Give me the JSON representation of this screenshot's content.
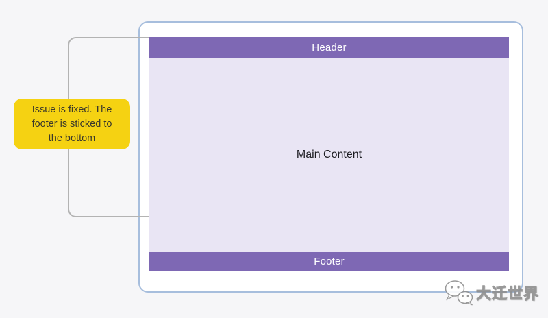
{
  "browser": {
    "header_label": "Header",
    "main_label": "Main Content",
    "footer_label": "Footer"
  },
  "callout": {
    "lines": [
      "Issue is fixed. The",
      "footer is sticked to",
      "the bottom"
    ]
  },
  "watermark": {
    "label": "大迁世界",
    "icon": "wechat-logo"
  },
  "colors": {
    "accent_purple": "#7e68b4",
    "content_lavender": "#e9e5f4",
    "frame_border_blue": "#a7bedd",
    "callout_yellow": "#f5d212",
    "connector_gray": "#b3b3b3",
    "page_background": "#f6f6f8",
    "callout_text": "#3b392b",
    "main_text": "#1b1b20"
  }
}
